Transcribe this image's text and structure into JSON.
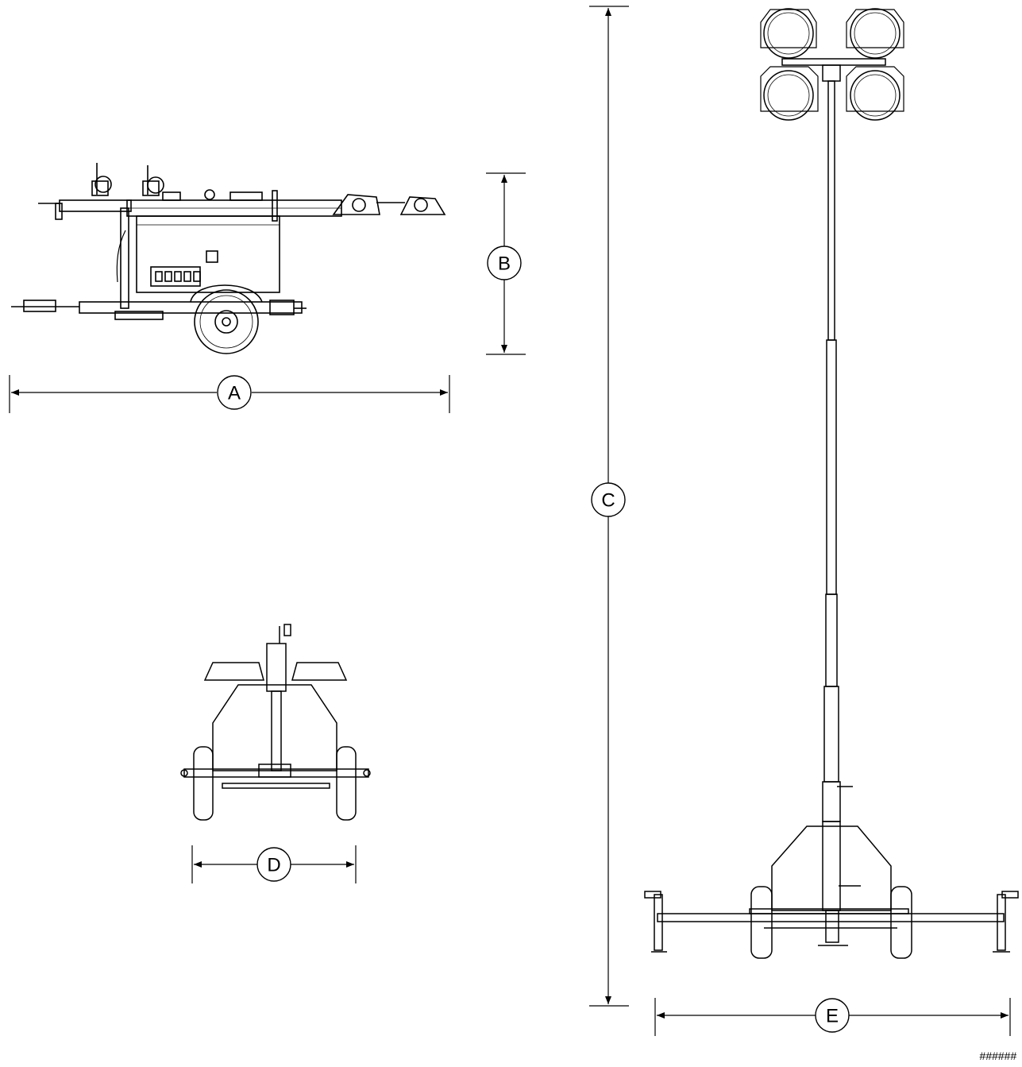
{
  "dimensions": {
    "a": "A",
    "b": "B",
    "c": "C",
    "d": "D",
    "e": "E"
  },
  "reference_code": "######",
  "colors": {
    "ink": "#000000",
    "background": "#ffffff"
  }
}
